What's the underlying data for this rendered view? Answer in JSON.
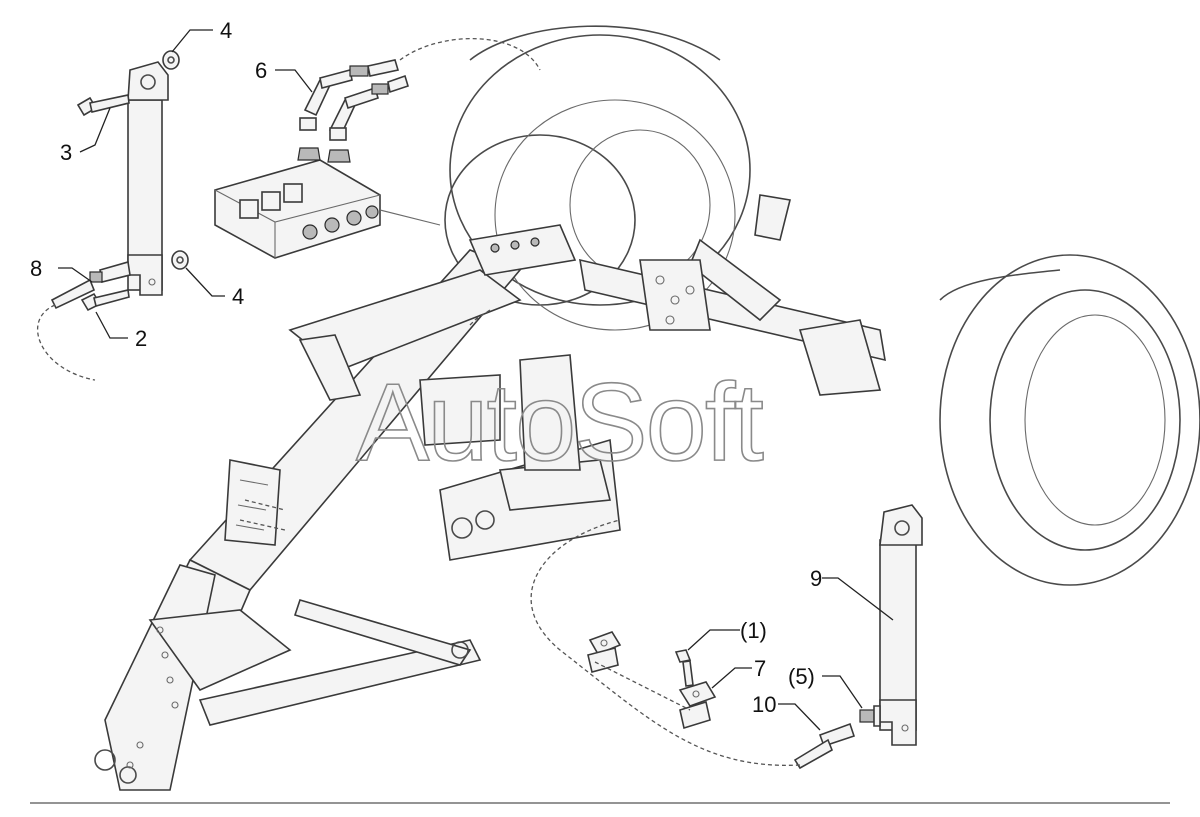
{
  "watermark": "AutoSoft",
  "callouts": {
    "c1": "(1)",
    "c2": "2",
    "c3": "3",
    "c4a": "4",
    "c4b": "4",
    "c5": "(5)",
    "c6": "6",
    "c7": "7",
    "c8": "8",
    "c9": "9",
    "c10": "10"
  },
  "icons": [
    "hydraulic-cylinder-icon",
    "control-valve-icon",
    "hose-fitting-icon",
    "clamp-icon",
    "bolt-icon",
    "nut-icon",
    "wheel-icon",
    "frame-icon"
  ]
}
